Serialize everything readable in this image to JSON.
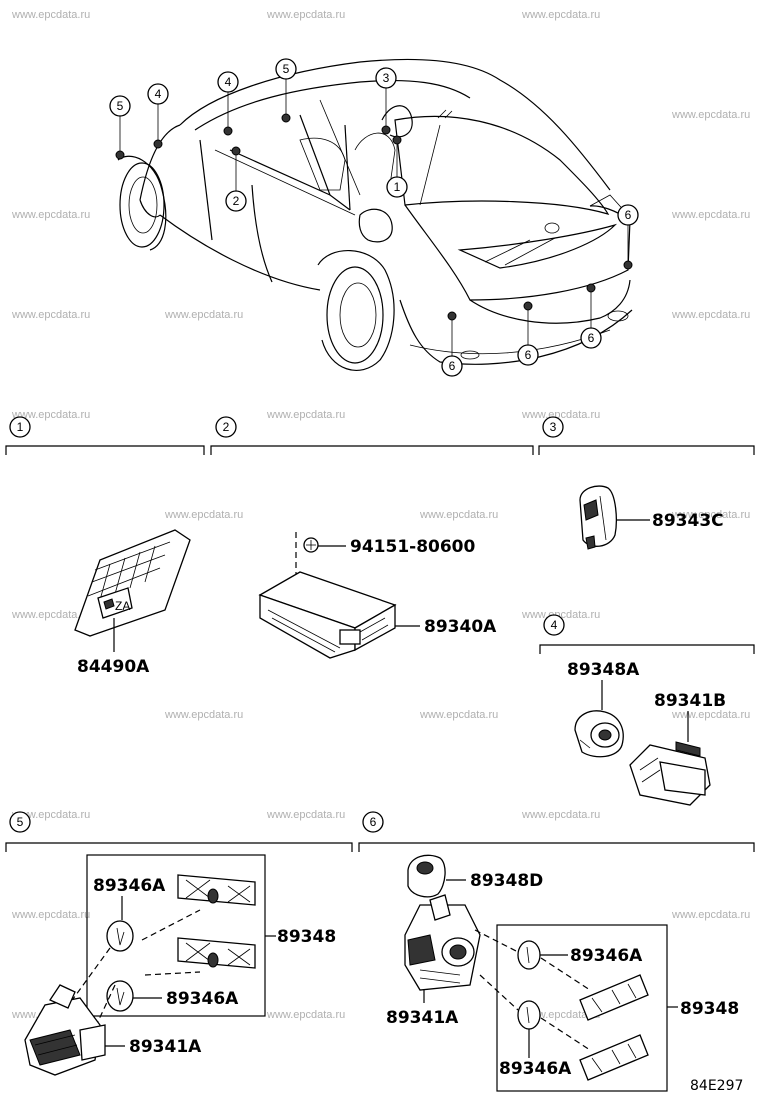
{
  "watermark": "www.epcdata.ru",
  "figure_code": "84E297",
  "section_numbers": [
    "1",
    "2",
    "3",
    "4",
    "5",
    "6"
  ],
  "sections": {
    "s1": {
      "number": "1",
      "parts": [
        "84490A"
      ]
    },
    "s2": {
      "number": "2",
      "parts": [
        "94151-80600",
        "89340A"
      ]
    },
    "s3": {
      "number": "3",
      "parts": [
        "89343C"
      ]
    },
    "s4": {
      "number": "4",
      "parts": [
        "89348A",
        "89341B"
      ]
    },
    "s5": {
      "number": "5",
      "parts": [
        "89346A",
        "89348",
        "89346A",
        "89341A"
      ]
    },
    "s6": {
      "number": "6",
      "parts": [
        "89348D",
        "89346A",
        "89348",
        "89341A",
        "89346A"
      ]
    }
  },
  "car_callouts": [
    "5",
    "4",
    "4",
    "5",
    "3",
    "2",
    "1",
    "6",
    "6",
    "6",
    "6"
  ]
}
